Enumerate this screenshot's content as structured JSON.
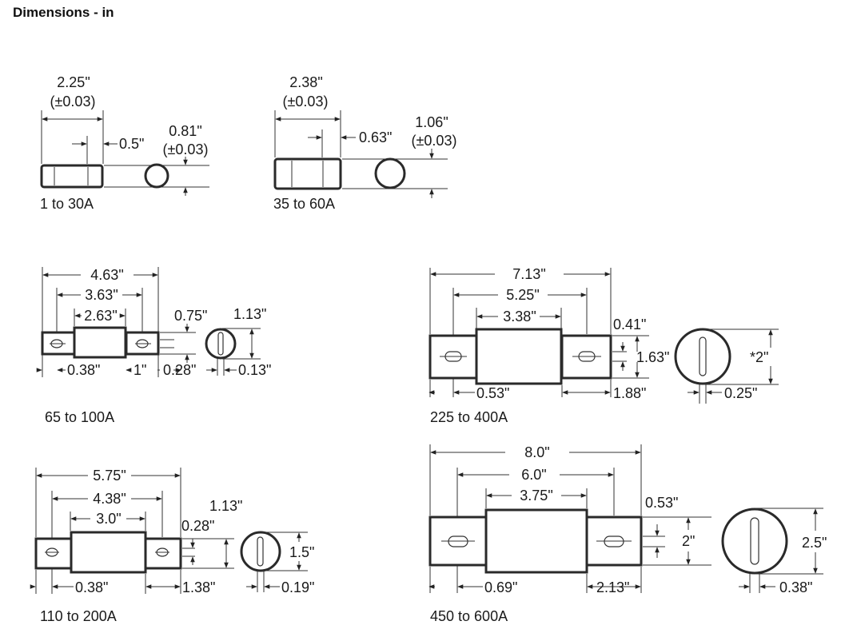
{
  "page": {
    "title": "Dimensions - in"
  },
  "fuse1": {
    "caption": "1 to 30A",
    "length": "2.25\"",
    "length_tol": "(±0.03)",
    "cap": "0.5\"",
    "dia": "0.81\"",
    "dia_tol": "(±0.03)"
  },
  "fuse2": {
    "caption": "35 to 60A",
    "length": "2.38\"",
    "length_tol": "(±0.03)",
    "cap": "0.63\"",
    "dia": "1.06\"",
    "dia_tol": "(±0.03)"
  },
  "fuse3": {
    "caption": "65 to 100A",
    "overall": "4.63\"",
    "holes": "3.63\"",
    "body": "2.63\"",
    "blade_h": "0.75\"",
    "end_dia": "1.13\"",
    "hole_off": "0.38\"",
    "blade_len": "1\"",
    "hole_dia": "0.28\"",
    "slot_w": "0.13\""
  },
  "fuse4": {
    "caption": "225 to 400A",
    "overall": "7.13\"",
    "holes": "5.25\"",
    "body": "3.38\"",
    "hole_dia": "0.41\"",
    "blade_h": "1.63\"",
    "end_dia": "*2\"",
    "hole_off": "0.53\"",
    "blade_len": "1.88\"",
    "slot_w": "0.25\""
  },
  "fuse5": {
    "caption": "110 to 200A",
    "overall": "5.75\"",
    "holes": "4.38\"",
    "body": "3.0\"",
    "end_dia": "1.13\"",
    "hole_dia": "0.28\"",
    "blade_h": "1.5\"",
    "hole_off": "0.38\"",
    "blade_len": "1.38\"",
    "slot_w": "0.19\""
  },
  "fuse6": {
    "caption": "450 to 600A",
    "overall": "8.0\"",
    "holes": "6.0\"",
    "body": "3.75\"",
    "hole_dia": "0.53\"",
    "blade_h": "2\"",
    "end_dia": "2.5\"",
    "hole_off": "0.69\"",
    "blade_len": "2.13\"",
    "slot_w": "0.38\""
  }
}
